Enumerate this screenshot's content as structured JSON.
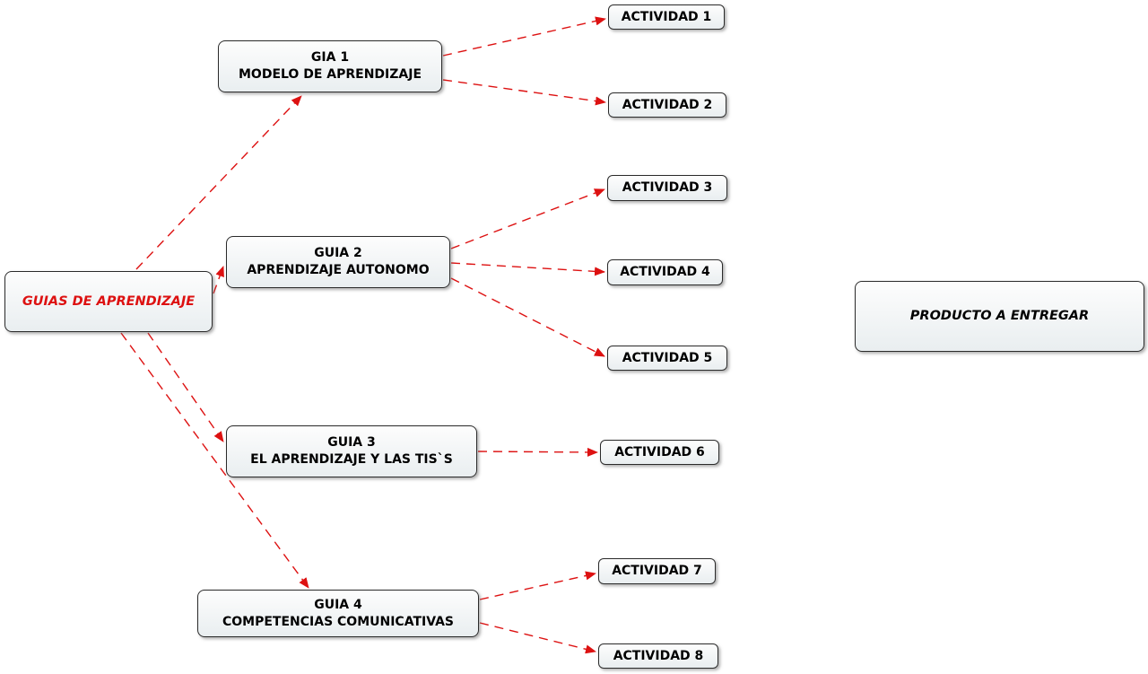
{
  "diagram": {
    "root": {
      "label": "GUIAS DE APRENDIZAJE"
    },
    "guides": [
      {
        "title": "GIA 1",
        "subtitle": "MODELO DE APRENDIZAJE"
      },
      {
        "title": "GUIA 2",
        "subtitle": "APRENDIZAJE AUTONOMO"
      },
      {
        "title": "GUIA 3",
        "subtitle": "EL APRENDIZAJE Y LAS TIS`S"
      },
      {
        "title": "GUIA 4",
        "subtitle": "COMPETENCIAS COMUNICATIVAS"
      }
    ],
    "activities": [
      {
        "label": "ACTIVIDAD 1"
      },
      {
        "label": "ACTIVIDAD 2"
      },
      {
        "label": "ACTIVIDAD 3"
      },
      {
        "label": "ACTIVIDAD 4"
      },
      {
        "label": "ACTIVIDAD 5"
      },
      {
        "label": "ACTIVIDAD 6"
      },
      {
        "label": "ACTIVIDAD 7"
      },
      {
        "label": "ACTIVIDAD 8"
      }
    ],
    "product": {
      "label": "PRODUCTO A ENTREGAR"
    },
    "colors": {
      "connector": "#dd1111",
      "root_text": "#dd1111",
      "node_text": "#000000",
      "node_background": "#eef2f3",
      "node_border": "#2b2b2b"
    }
  }
}
